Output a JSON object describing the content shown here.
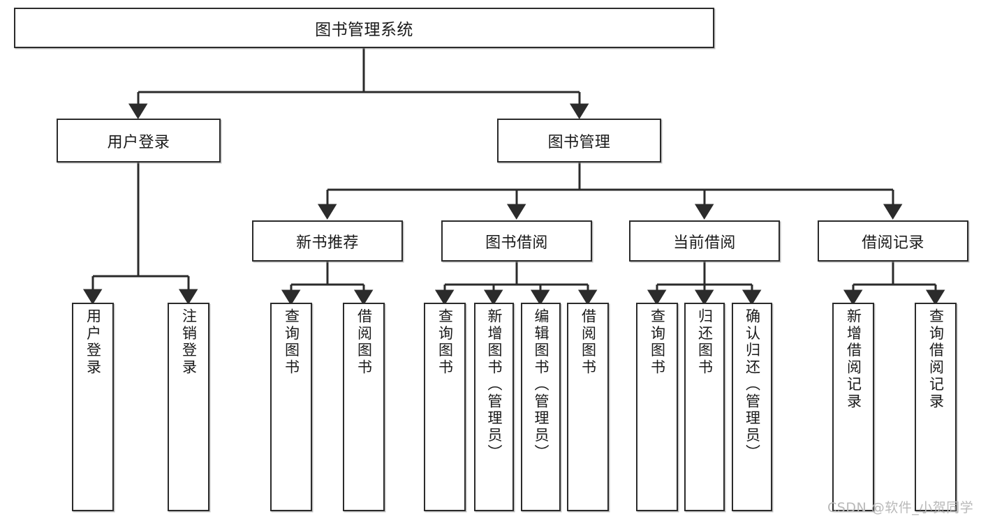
{
  "diagram": {
    "title": "图书管理系统",
    "type": "tree-hierarchy",
    "orientation": "top-down",
    "watermark": "CSDN @软件_小贺同学",
    "colors": {
      "box_border": "#2b2b2b",
      "box_fill": "#ffffff",
      "edge": "#2b2b2b",
      "text": "#1a1a1a",
      "watermark": "#b9b9b9",
      "background": "#ffffff"
    }
  },
  "nodes": {
    "root": {
      "label": "图书管理系统"
    },
    "level2": [
      {
        "label": "用户登录"
      },
      {
        "label": "图书管理"
      }
    ],
    "level3": [
      {
        "label": "新书推荐"
      },
      {
        "label": "图书借阅"
      },
      {
        "label": "当前借阅"
      },
      {
        "label": "借阅记录"
      }
    ],
    "leaves": {
      "user_login": [
        {
          "label": "用户登录"
        },
        {
          "label": "注销登录"
        }
      ],
      "new_book_recommend": [
        {
          "label": "查询图书"
        },
        {
          "label": "借阅图书"
        }
      ],
      "book_borrow": [
        {
          "label": "查询图书"
        },
        {
          "label": "新增图书（管理员）"
        },
        {
          "label": "编辑图书（管理员）"
        },
        {
          "label": "借阅图书"
        }
      ],
      "current_borrow": [
        {
          "label": "查询图书"
        },
        {
          "label": "归还图书"
        },
        {
          "label": "确认归还（管理员）"
        }
      ],
      "borrow_record": [
        {
          "label": "新增借阅记录"
        },
        {
          "label": "查询借阅记录"
        }
      ]
    }
  }
}
